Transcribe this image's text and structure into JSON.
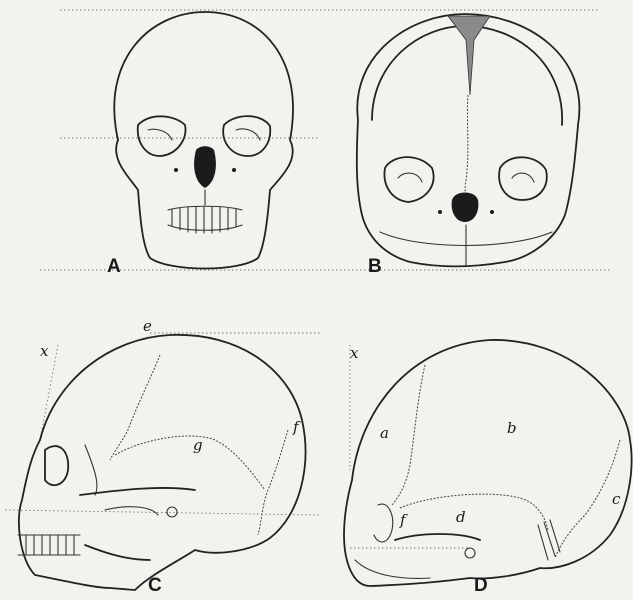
{
  "panels": {
    "a": {
      "label": "A"
    },
    "b": {
      "label": "B"
    },
    "c": {
      "label": "C"
    },
    "d": {
      "label": "D"
    }
  },
  "annotations": {
    "c_x": "x",
    "c_e": "e",
    "c_f": "f",
    "c_g": "g",
    "d_x": "x",
    "d_a": "a",
    "d_b": "b",
    "d_c": "c",
    "d_d": "d",
    "d_f": "f"
  }
}
